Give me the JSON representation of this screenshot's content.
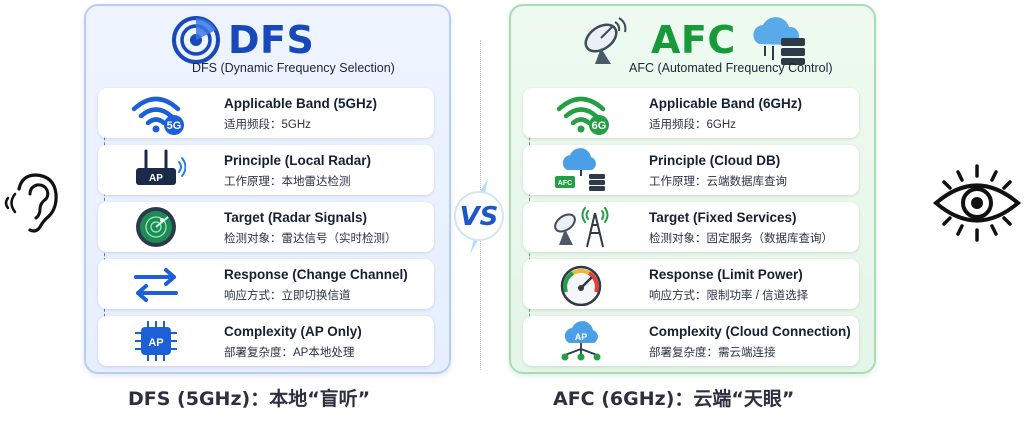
{
  "dfs": {
    "title": "DFS",
    "subtitle": "DFS (Dynamic Frequency Selection)",
    "rows": [
      {
        "title": "Applicable Band (5GHz)",
        "desc": "适用频段：5GHz",
        "icon": "wifi-5g-icon",
        "badge": "5G"
      },
      {
        "title": "Principle (Local Radar)",
        "desc": "工作原理：本地雷达检测",
        "icon": "router-ap-icon",
        "badge": "AP"
      },
      {
        "title": "Target (Radar Signals)",
        "desc": "检测对象：雷达信号（实时检测）",
        "icon": "radar-screen-icon"
      },
      {
        "title": "Response (Change Channel)",
        "desc": "响应方式：立即切换信道",
        "icon": "swap-arrows-icon"
      },
      {
        "title": "Complexity (AP Only)",
        "desc": "部署复杂度：AP本地处理",
        "icon": "chip-ap-icon",
        "badge": "AP"
      }
    ],
    "caption": "DFS (5GHz)：本地“盲听”",
    "color": "#1749b8"
  },
  "afc": {
    "title": "AFC",
    "subtitle": "AFC (Automated Frequency Control)",
    "rows": [
      {
        "title": "Applicable Band (6GHz)",
        "desc": "适用频段：6GHz",
        "icon": "wifi-6g-icon",
        "badge": "6G"
      },
      {
        "title": "Principle (Cloud DB)",
        "desc": "工作原理：云端数据库查询",
        "icon": "cloud-database-icon",
        "badge": "AFC"
      },
      {
        "title": "Target (Fixed Services)",
        "desc": "检测对象：固定服务（数据库查询）",
        "icon": "dish-tower-icon"
      },
      {
        "title": "Response (Limit Power)",
        "desc": "响应方式：限制功率 / 信道选择",
        "icon": "gauge-icon"
      },
      {
        "title": "Complexity (Cloud Connection)",
        "desc": "部署复杂度：需云端连接",
        "icon": "cloud-network-icon",
        "badge": "AP"
      }
    ],
    "caption": "AFC (6GHz)：云端“天眼”",
    "color": "#199a3a"
  },
  "vs_label": "VS"
}
